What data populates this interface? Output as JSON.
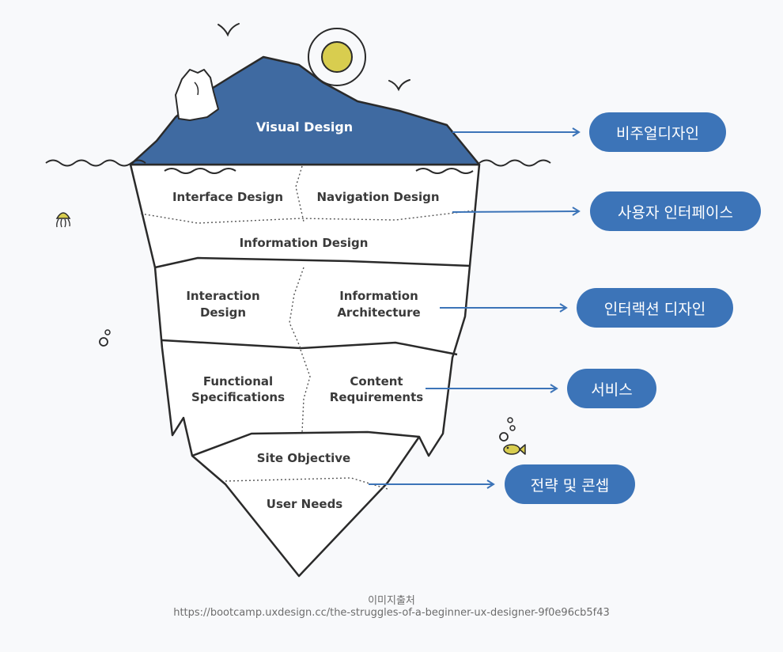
{
  "diagram": {
    "above_water": {
      "label": "Visual Design"
    },
    "layers": {
      "interface_design": "Interface Design",
      "navigation_design": "Navigation Design",
      "information_design": "Information Design",
      "interaction_design": [
        "Interaction",
        "Design"
      ],
      "information_architecture": [
        "Information",
        "Architecture"
      ],
      "functional_specifications": [
        "Functional",
        "Specifications"
      ],
      "content_requirements": [
        "Content",
        "Requirements"
      ],
      "site_objective": "Site Objective",
      "user_needs": "User Needs"
    },
    "callouts": {
      "visual": "비주얼디자인",
      "interface": "사용자 인터페이스",
      "interaction": "인터랙션 디자인",
      "service": "서비스",
      "strategy": "전략 및 콘셉"
    },
    "icons": [
      "bird-icon",
      "sun-icon",
      "polar-bear-icon",
      "jellyfish-icon",
      "bubbles-icon",
      "fish-icon"
    ]
  },
  "caption": {
    "source_label": "이미지출처",
    "source_url": "https://bootcamp.uxdesign.cc/the-struggles-of-a-beginner-ux-designer-9f0e96cb5f43"
  }
}
